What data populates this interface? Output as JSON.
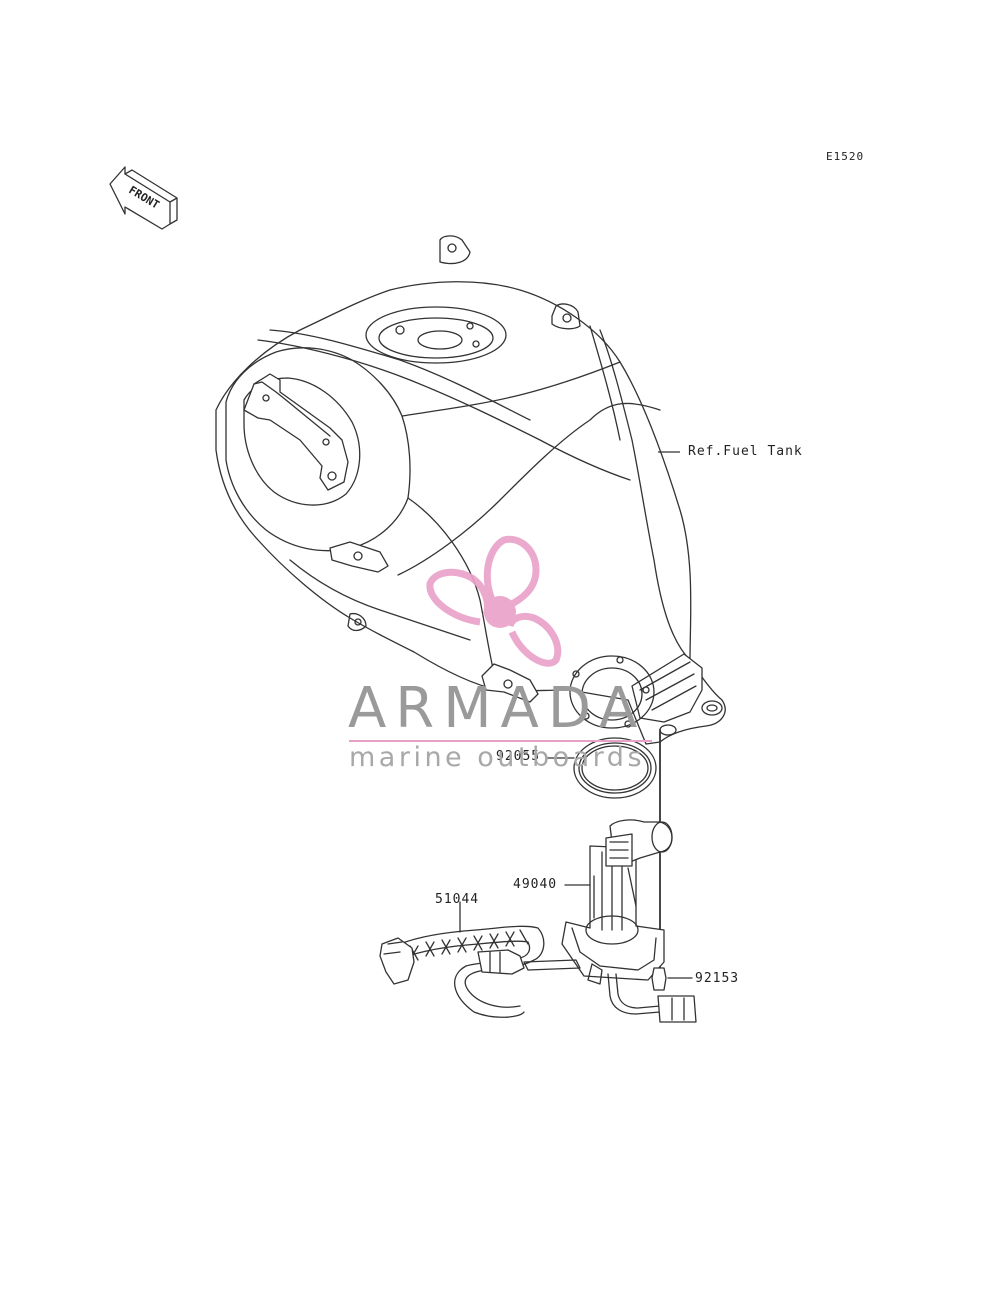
{
  "diagram_code": "E1520",
  "front_indicator": {
    "text": "FRONT",
    "icon": "front-arrow-icon"
  },
  "reference_label": "Ref.Fuel Tank",
  "parts": [
    {
      "number": "92055"
    },
    {
      "number": "49040"
    },
    {
      "number": "51044"
    },
    {
      "number": "92153"
    }
  ],
  "watermark": {
    "brand": "ARMADA",
    "tagline": "marine outboards",
    "logo_icon": "propeller-logo-icon",
    "logo_color": "#e8a0c8",
    "text_color": "#9a9a9a"
  }
}
